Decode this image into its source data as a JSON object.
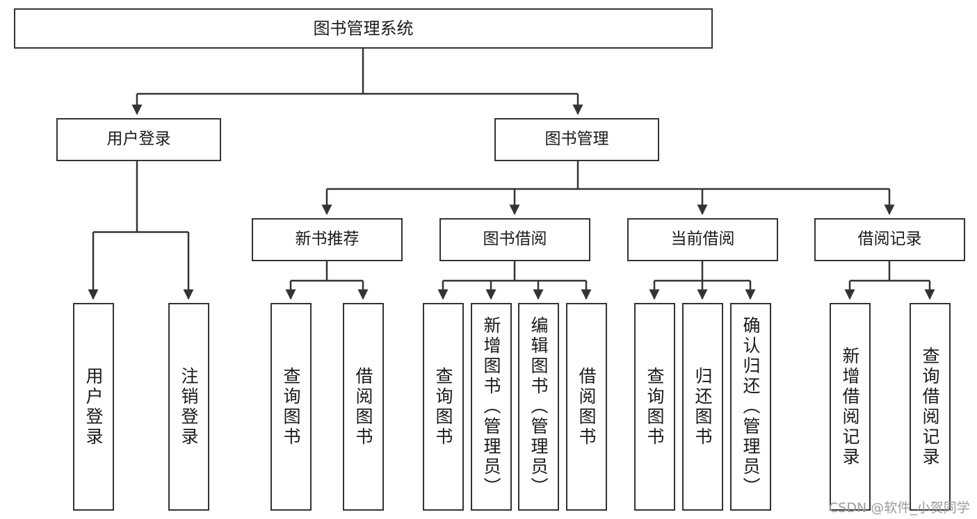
{
  "diagram": {
    "title": "图书管理系统",
    "type": "tree",
    "background_color": "#ffffff",
    "node_border_color": "#333333",
    "node_fill_color": "#ffffff",
    "text_color": "#1a1a1a",
    "edge_color": "#333333"
  },
  "root": {
    "label": "图书管理系统"
  },
  "level2": [
    {
      "label": "用户登录"
    },
    {
      "label": "图书管理"
    }
  ],
  "level3": [
    {
      "label": "新书推荐"
    },
    {
      "label": "图书借阅"
    },
    {
      "label": "当前借阅"
    },
    {
      "label": "借阅记录"
    }
  ],
  "leaves": {
    "user_login": [
      {
        "label": "用户登录"
      },
      {
        "label": "注销登录"
      }
    ],
    "new_book": [
      {
        "label": "查询图书"
      },
      {
        "label": "借阅图书"
      }
    ],
    "book_borrow": [
      {
        "label": "查询图书"
      },
      {
        "label": "新增图书（管理员）"
      },
      {
        "label": "编辑图书（管理员）"
      },
      {
        "label": "借阅图书"
      }
    ],
    "current_borrow": [
      {
        "label": "查询图书"
      },
      {
        "label": "归还图书"
      },
      {
        "label": "确认归还（管理员）"
      }
    ],
    "borrow_record": [
      {
        "label": "新增借阅记录"
      },
      {
        "label": "查询借阅记录"
      }
    ]
  },
  "watermark": {
    "text": "CSDN @软件_小贺同学"
  }
}
